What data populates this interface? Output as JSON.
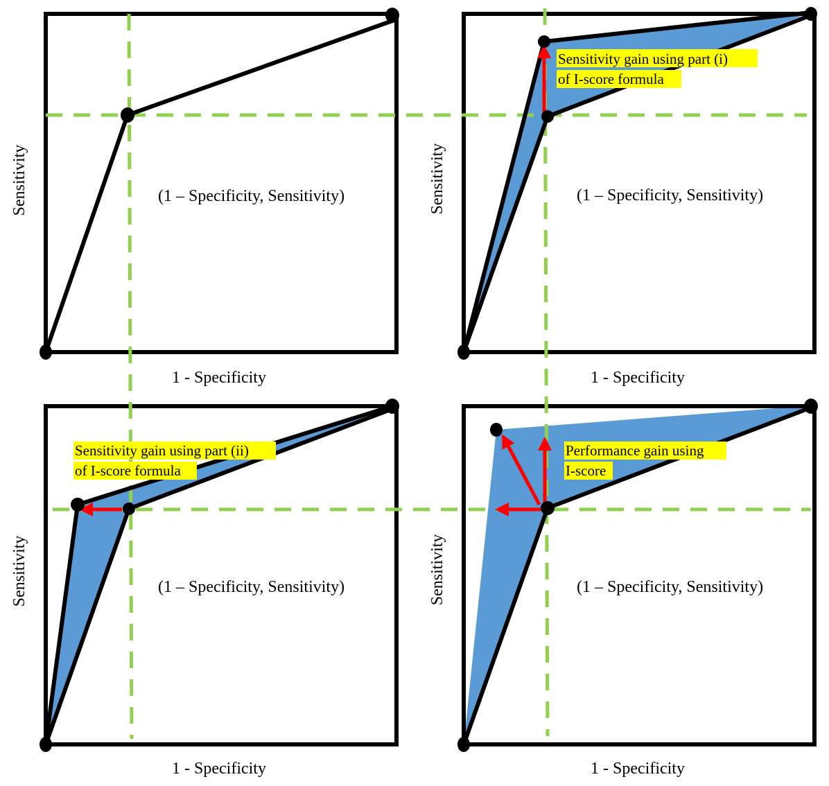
{
  "axis_labels": {
    "x": "1 - Specificity",
    "y": "Sensitivity"
  },
  "point_label": "(1 – Specificity, Sensitivity)",
  "panels": [
    {
      "id": "top-left",
      "callout": []
    },
    {
      "id": "top-right",
      "callout": [
        "Sensitivity gain using part (i)",
        "of I-score formula"
      ]
    },
    {
      "id": "bottom-left",
      "callout": [
        "Sensitivity gain using part (ii)",
        "of I-score formula"
      ]
    },
    {
      "id": "bottom-right",
      "callout": [
        "Performance gain using",
        "I-score"
      ]
    }
  ],
  "colors": {
    "frame": "#000000",
    "guide": "#92d050",
    "fill": "#5b9bd5",
    "arrow": "#ff0000",
    "highlight": "#ffff00"
  }
}
